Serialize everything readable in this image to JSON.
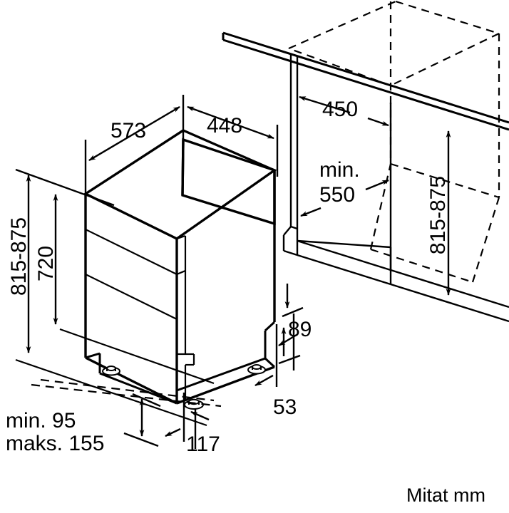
{
  "diagram": {
    "title": "Dishwasher built-in installation dimension drawing",
    "unit_note": "Mitat mm",
    "line_color": "#000000",
    "background_color": "#ffffff",
    "dimensions": {
      "depth_573": "573",
      "width_448": "448",
      "height_total_left": "815-875",
      "height_body_720": "720",
      "niche_depth_450": "450",
      "niche_min_550_line1": "min.",
      "niche_min_550_line2": "550",
      "niche_height_right": "815-875",
      "plinth_89": "89",
      "plinth_53": "53",
      "foot_117": "117",
      "plinth_min_95": "min. 95",
      "plinth_maks_155": "maks. 155"
    }
  }
}
